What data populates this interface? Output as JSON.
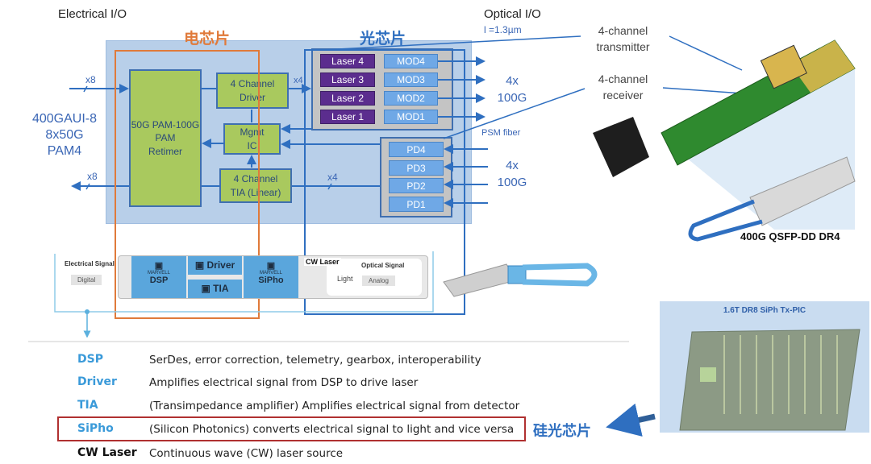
{
  "top_diagram": {
    "electrical_io": "Electrical I/O",
    "optical_io": "Optical I/O",
    "wavelength": "l =1.3µm",
    "electrical_chip_label": "电芯片",
    "optical_chip_label": "光芯片",
    "input_lanes": "x8",
    "output_lanes": "x8",
    "interface": [
      "400GAUI-8",
      "8x50G",
      "PAM4"
    ],
    "retimer": [
      "50G PAM-100G",
      "PAM",
      "Retimer"
    ],
    "driver": [
      "4 Channel",
      "Driver"
    ],
    "mgmt": [
      "Mgmt",
      "IC"
    ],
    "tia": [
      "4 Channel",
      "TIA (Linear)"
    ],
    "driver_lanes": "x4",
    "tia_lanes": "x4",
    "lasers": [
      "Laser 4",
      "Laser 3",
      "Laser 2",
      "Laser 1"
    ],
    "mods": [
      "MOD4",
      "MOD3",
      "MOD2",
      "MOD1"
    ],
    "pds": [
      "PD4",
      "PD3",
      "PD2",
      "PD1"
    ],
    "tx_rate": [
      "4x",
      "100G"
    ],
    "rx_rate": [
      "4x",
      "100G"
    ],
    "fiber": "PSM fiber",
    "colors": {
      "electrical": "#e07a3a",
      "optical": "#2f6fc0",
      "panel": "#b8cfe9",
      "green": "#a9c95e",
      "laser": "#5b2d8e",
      "mod": "#6fa8e6"
    }
  },
  "product": {
    "tx_callout": [
      "4-channel",
      "transmitter"
    ],
    "rx_callout": [
      "4-channel",
      "receiver"
    ],
    "name": "400G QSFP-DD DR4"
  },
  "module_strip": {
    "electrical_signal": "Electrical Signal",
    "digital": "Digital",
    "marvell": "MARVELL",
    "dsp": "DSP",
    "driver": "Driver",
    "tia": "TIA",
    "sipho": "SiPho",
    "cw_laser": "CW Laser",
    "optical_signal": "Optical Signal",
    "light": "Light",
    "analog": "Analog"
  },
  "legend": [
    {
      "term": "DSP",
      "desc": "SerDes, error correction, telemetry, gearbox, interoperability"
    },
    {
      "term": "Driver",
      "desc": "Amplifies electrical signal from DSP to drive laser"
    },
    {
      "term": "TIA",
      "desc": "(Transimpedance amplifier) Amplifies electrical signal from detector"
    },
    {
      "term": "SiPho",
      "desc": "(Silicon Photonics) converts electrical signal to light and vice versa"
    },
    {
      "term": "CW Laser",
      "desc": "Continuous wave (CW) laser source"
    }
  ],
  "siph_label": "硅光芯片",
  "pic_title": "1.6T DR8 SiPh Tx-PIC"
}
